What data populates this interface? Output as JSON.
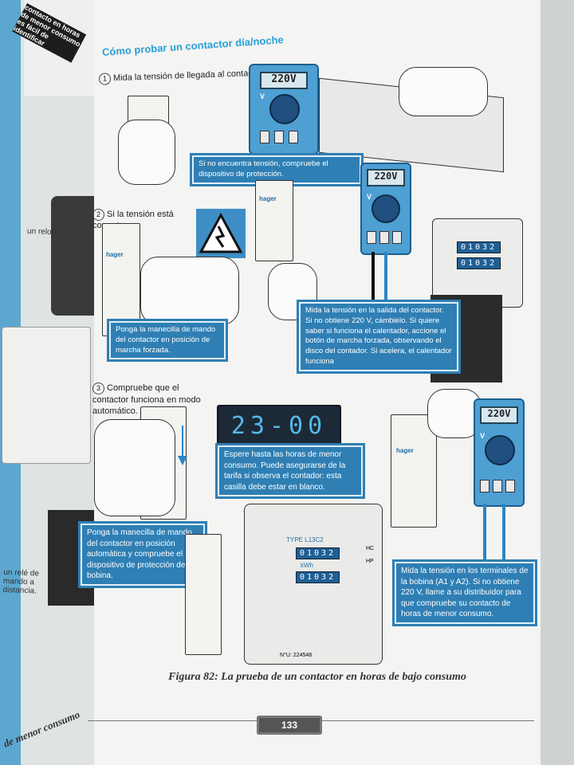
{
  "left_page": {
    "header_text": "contacto en horas de menor consumo es fácil de identificar",
    "text_1": "un reloj o",
    "text_2": "un relé de mando a distancia.",
    "side_text": "de menor consumo"
  },
  "section_title": "Cómo probar un contactor día/noche",
  "steps": [
    {
      "number": "1",
      "text": "Mida la tensión de llegada al contactor."
    },
    {
      "number": "2",
      "text": "Si la tensión está correcta..."
    },
    {
      "number": "3",
      "text": "Compruebe que el contactor funciona en modo automático."
    }
  ],
  "callouts": {
    "protection": "Si no encuentra tensión, compruebe el dispositivo de protección.",
    "handle_forced": "Ponga la manecilla de mando del contactor en posición de marcha forzada.",
    "output_voltage": "Mida la tensión en la salida del contactor. Si no obtiene 220 V, cámbielo. Si quiere saber si funciona el calentador, accione el botón de marcha forzada, observando el disco del contador. Si acelera, el calentador funciona",
    "wait_hours": "Espere hasta las horas de menor consumo. Puede asegurarse de la tarifa si observa el contador: esta casilla debe estar en blanco.",
    "handle_auto": "Ponga la manecilla de mando del contactor en posición automática y compruebe el dispositivo de protección de la bobina.",
    "coil_terminals": "Mida la tensión en los terminales de la bobina (A1 y A2). Si no obtiene 220 V, llame a su distribuidor para que compruebe su contacto de horas de menor consumo."
  },
  "meter_readings": [
    "220V",
    "220V",
    "220V"
  ],
  "meter_label": "V",
  "digital_clock": "23-00",
  "electricity_meter": {
    "type_label": "TYPE L13C2",
    "register_1": "01032",
    "register_2": "01032",
    "kwh": "kWh",
    "serial": "N°U: 224548",
    "hc": "HC",
    "hp": "HP"
  },
  "device_brand": "hager",
  "figure_caption": "Figura 82: La prueba de un contactor en horas de bajo consumo",
  "page_number": "133",
  "colors": {
    "accent_blue": "#2aa0d8",
    "callout_blue": "#2f7fb4",
    "page": "#f4f4f2"
  }
}
